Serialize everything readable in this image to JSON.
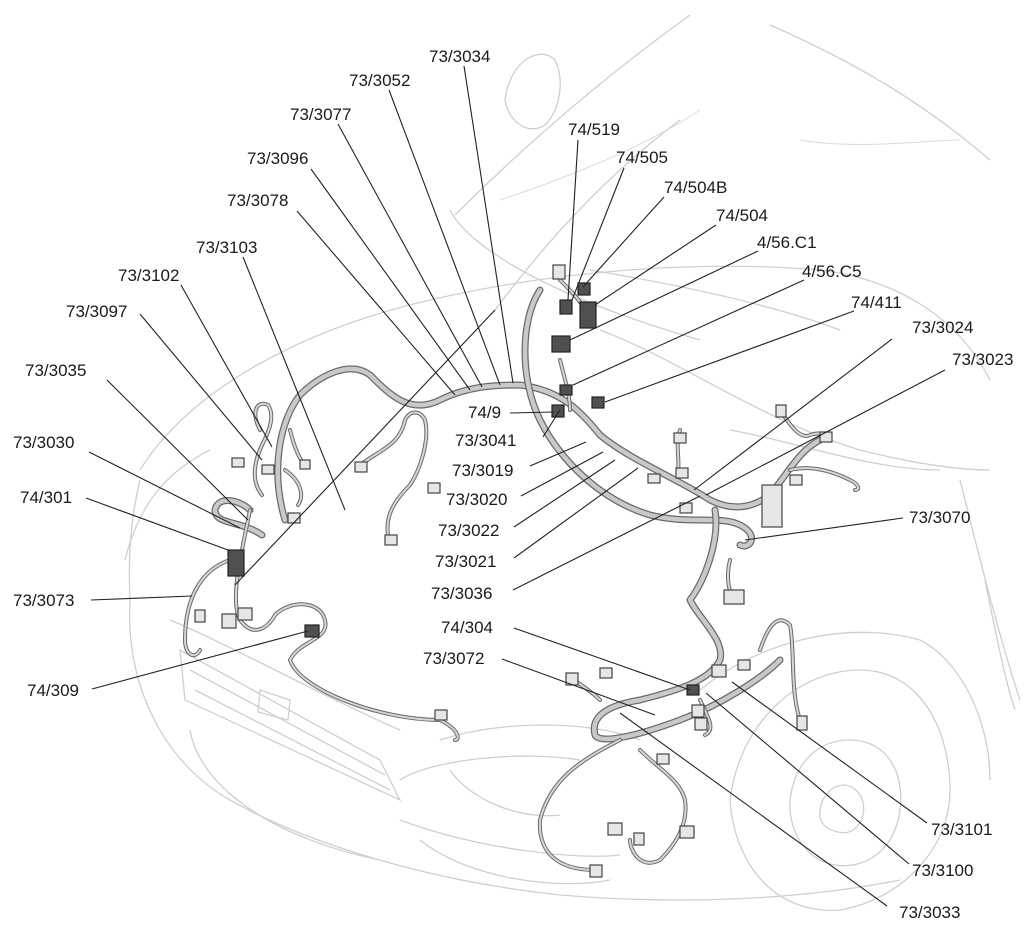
{
  "labels": [
    "73/3034",
    "73/3052",
    "73/3077",
    "73/3096",
    "73/3078",
    "73/3103",
    "73/3102",
    "73/3097",
    "73/3035",
    "73/3030",
    "74/301",
    "73/3073",
    "74/309",
    "74/519",
    "74/505",
    "74/504B",
    "74/504",
    "4/56.C1",
    "4/56.C5",
    "74/411",
    "73/3024",
    "73/3023",
    "74/9",
    "73/3041",
    "73/3019",
    "73/3020",
    "73/3022",
    "73/3021",
    "73/3036",
    "73/3070",
    "74/304",
    "73/3072",
    "73/3101",
    "73/3100",
    "73/3033"
  ]
}
